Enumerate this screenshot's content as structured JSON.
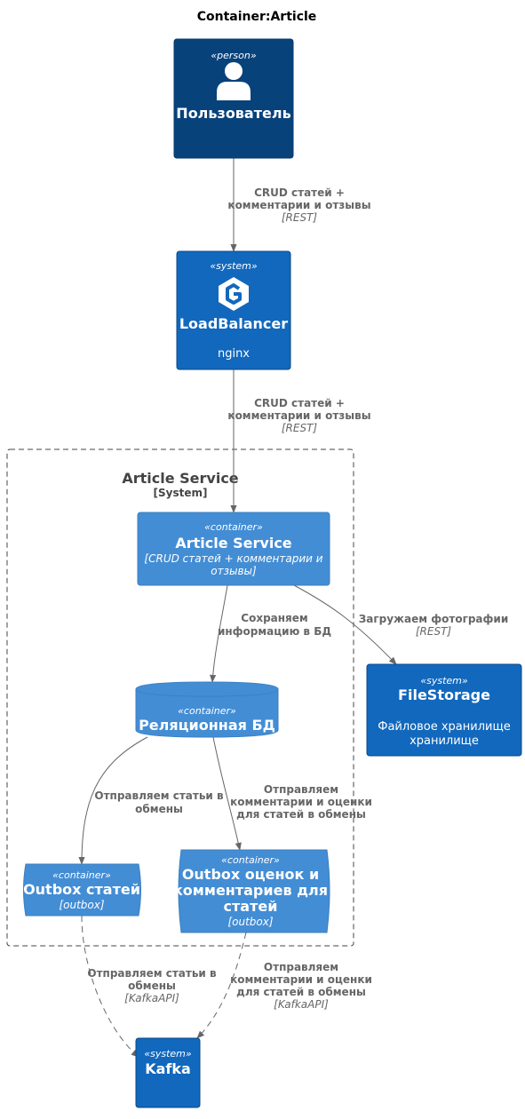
{
  "title": "Container:Article",
  "boundary": {
    "title": "Article Service",
    "type": "[System]"
  },
  "nodes": {
    "user": {
      "stereotype": "«person»",
      "name": "Пользователь",
      "color": "#08427B"
    },
    "lb": {
      "stereotype": "«system»",
      "name": "LoadBalancer",
      "desc": "nginx",
      "color": "#1168BD"
    },
    "article": {
      "stereotype": "«container»",
      "name": "Article Service",
      "tech_line1": "[CRUD статей + комментарии и",
      "tech_line2": "отзывы]",
      "color": "#438DD5"
    },
    "db": {
      "stereotype": "«container»",
      "name": "Реляционная БД",
      "color": "#438DD5"
    },
    "filestorage": {
      "stereotype": "«system»",
      "name": "FileStorage",
      "desc_line1": "Файловое хранилище",
      "desc_line2": "хранилище",
      "color": "#1168BD"
    },
    "outbox_articles": {
      "stereotype": "«container»",
      "name": "Outbox статей",
      "tech": "[outbox]",
      "color": "#438DD5"
    },
    "outbox_ratings": {
      "stereotype": "«container»",
      "name_line1": "Outbox оценок и",
      "name_line2": "комментариев для",
      "name_line3": "статей",
      "tech": "[outbox]",
      "color": "#438DD5"
    },
    "kafka": {
      "stereotype": "«system»",
      "name": "Kafka",
      "color": "#1168BD"
    }
  },
  "edges": {
    "user_lb": {
      "line1": "CRUD статей +",
      "line2": "комментарии и отзывы",
      "tech": "[REST]"
    },
    "lb_article": {
      "line1": "CRUD статей +",
      "line2": "комментарии и отзывы",
      "tech": "[REST]"
    },
    "article_db": {
      "line1": "Сохраняем",
      "line2": "информацию в БД"
    },
    "article_fs": {
      "line1": "Загружаем фотографии",
      "tech": "[REST]"
    },
    "db_outbox_articles": {
      "line1": "Отправляем статьи в",
      "line2": "обмены"
    },
    "db_outbox_ratings": {
      "line1": "Отправляем",
      "line2": "комментарии и оценки",
      "line3": "для статей в обмены"
    },
    "outbox_articles_kafka": {
      "line1": "Отправляем статьи в",
      "line2": "обмены",
      "tech": "[KafkaAPI]"
    },
    "outbox_ratings_kafka": {
      "line1": "Отправляем",
      "line2": "комментарии и оценки",
      "line3": "для статей в обмены",
      "tech": "[KafkaAPI]"
    }
  },
  "icons": {
    "user": "person-icon",
    "lb": "nginx-icon"
  }
}
